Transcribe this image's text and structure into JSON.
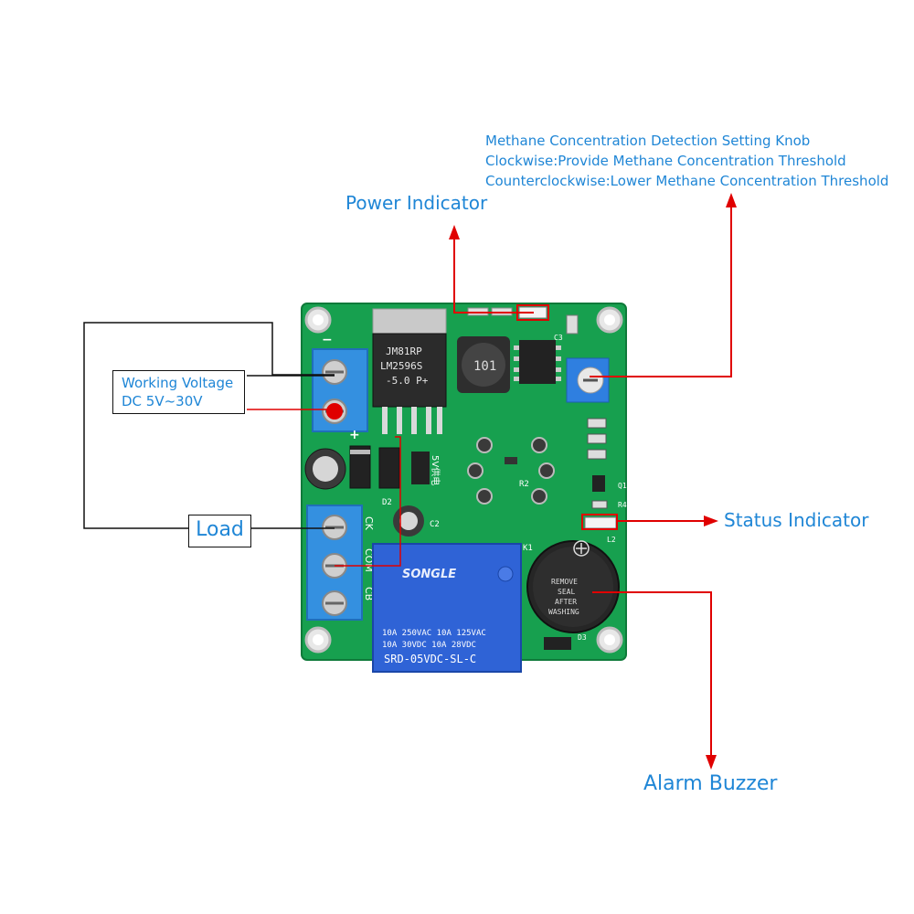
{
  "annotations": {
    "knob_title": "Methane Concentration Detection Setting Knob",
    "knob_clockwise": "Clockwise:Provide Methane Concentration Threshold",
    "knob_counterclockwise": "Counterclockwise:Lower Methane Concentration Threshold",
    "power_indicator": "Power Indicator",
    "working_voltage_line1": "Working Voltage",
    "working_voltage_line2": "DC 5V~30V",
    "load": "Load",
    "status_indicator": "Status Indicator",
    "alarm_buzzer": "Alarm Buzzer"
  },
  "board_markings": {
    "regulator_line1": "JM81RP",
    "regulator_line2": "LM2596S",
    "regulator_line3": "-5.0  P+",
    "inductor": "101",
    "relay_brand": "SONGLE",
    "relay_line1": "10A 250VAC  10A 125VAC",
    "relay_line2": "10A  30VDC  10A  28VDC",
    "relay_model": "SRD-05VDC-SL-C",
    "buzzer_line1": "REMOVE",
    "buzzer_line2": "SEAL",
    "buzzer_line3": "AFTER",
    "buzzer_line4": "WASHING",
    "terminal_ck": "CK",
    "terminal_com": "COM",
    "terminal_cb": "CB",
    "plus": "+",
    "minus": "−",
    "supply_label": "5V供电",
    "pcb_k1": "K1",
    "pcb_r2": "R2",
    "pcb_c2": "C2",
    "pcb_d2": "D2",
    "pcb_d3": "D3",
    "pcb_l2": "L2",
    "pcb_q1": "Q1",
    "pcb_c3": "C3",
    "pcb_r4": "R4"
  },
  "colors": {
    "pcb_green": "#169a4c",
    "annotation_blue": "#1f86d6",
    "arrow_red": "#e00000",
    "terminal_blue": "#2f8fe0",
    "relay_blue": "#2d5fd0"
  }
}
